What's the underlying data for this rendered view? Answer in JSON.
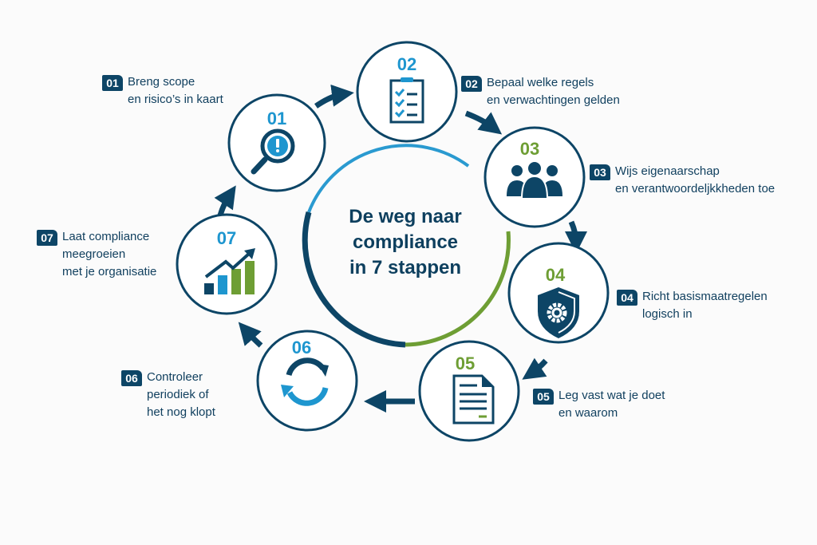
{
  "title": {
    "line1": "De weg naar",
    "line2": "compliance",
    "line3": "in 7 stappen"
  },
  "colors": {
    "navy": "#0d4566",
    "blue": "#1e96cf",
    "green": "#6e9e34",
    "background": "#fbfbfb"
  },
  "steps": [
    {
      "number": "01",
      "icon": "magnifier-alert-icon",
      "number_color": "#1e96cf",
      "label_line1": "Breng scope",
      "label_line2": "en risico’s in kaart"
    },
    {
      "number": "02",
      "icon": "checklist-clipboard-icon",
      "number_color": "#1e96cf",
      "label_line1": "Bepaal welke regels",
      "label_line2": "en verwachtingen gelden"
    },
    {
      "number": "03",
      "icon": "people-group-icon",
      "number_color": "#6e9e34",
      "label_line1": "Wijs eigenaarschap",
      "label_line2": "en verantwoordeljkkheden toe"
    },
    {
      "number": "04",
      "icon": "shield-gear-icon",
      "number_color": "#6e9e34",
      "label_line1": "Richt basismaatregelen",
      "label_line2": "logisch in"
    },
    {
      "number": "05",
      "icon": "document-icon",
      "number_color": "#6e9e34",
      "label_line1": "Leg vast wat je doet",
      "label_line2": "en waarom"
    },
    {
      "number": "06",
      "icon": "refresh-cycle-icon",
      "number_color": "#1e96cf",
      "label_line1": "Controleer",
      "label_line2": "periodiek of",
      "label_line3": "het nog klopt"
    },
    {
      "number": "07",
      "icon": "growth-chart-icon",
      "number_color": "#1e96cf",
      "label_line1": "Laat compliance",
      "label_line2": "meegroeien",
      "label_line3": "met je organisatie"
    }
  ]
}
